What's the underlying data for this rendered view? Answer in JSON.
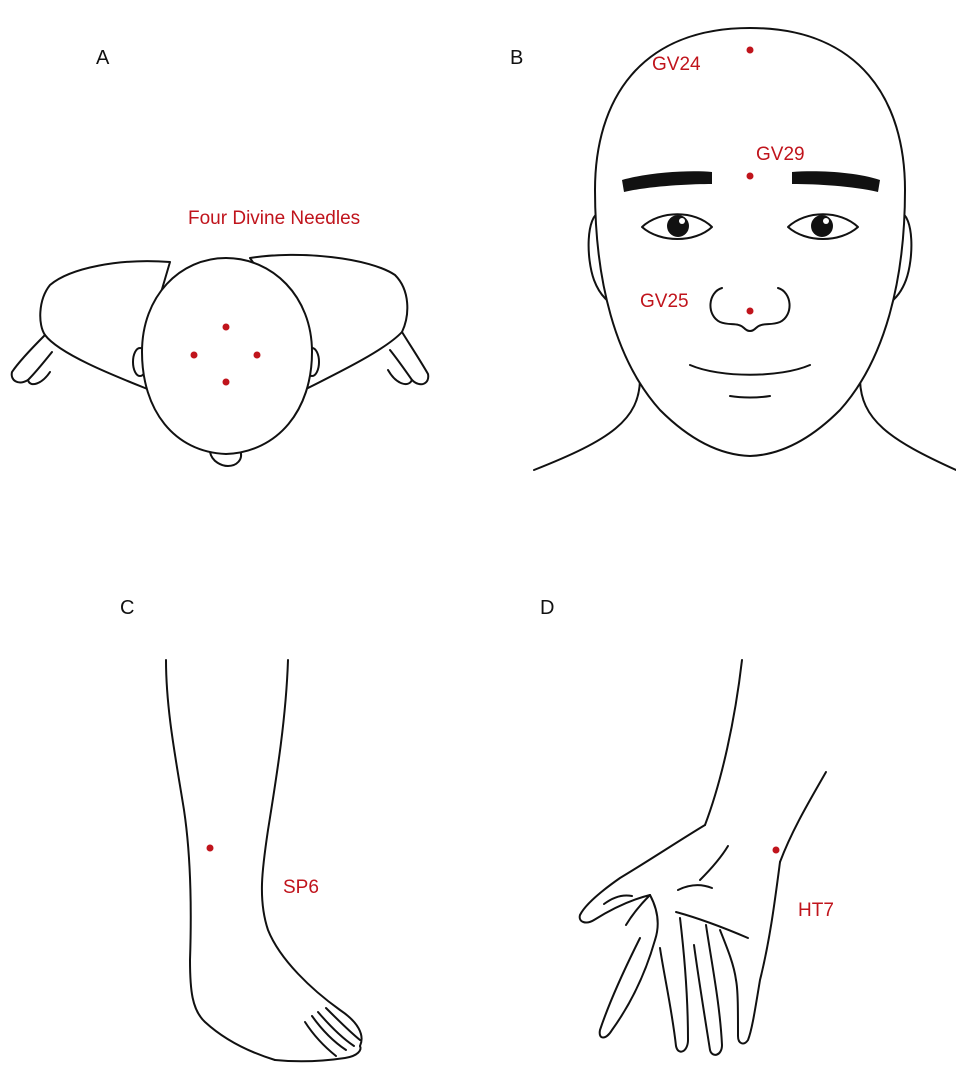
{
  "colors": {
    "accent": "#c0141c",
    "line": "#111111",
    "background": "#ffffff"
  },
  "panels": [
    {
      "letter": "A",
      "title": "Four Divine Needles",
      "points": []
    },
    {
      "letter": "B",
      "title": "",
      "points": [
        "GV24",
        "GV29",
        "GV25"
      ]
    },
    {
      "letter": "C",
      "title": "",
      "points": [
        "SP6"
      ]
    },
    {
      "letter": "D",
      "title": "",
      "points": [
        "HT7"
      ]
    }
  ]
}
